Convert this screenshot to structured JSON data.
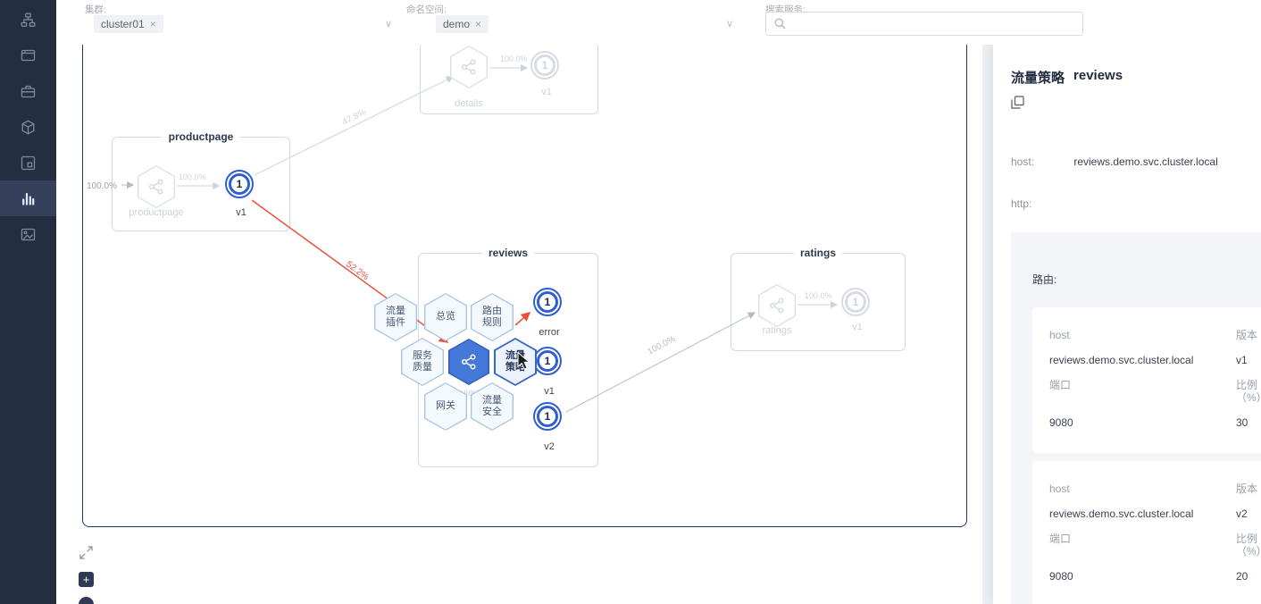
{
  "icons": {
    "close": "×",
    "chevron_down": "∨"
  },
  "sidebar": {
    "items": [
      {
        "name": "topology"
      },
      {
        "name": "console"
      },
      {
        "name": "workloads"
      },
      {
        "name": "mesh"
      },
      {
        "name": "apps"
      },
      {
        "name": "metrics",
        "active": true
      },
      {
        "name": "gallery"
      }
    ]
  },
  "topbar": {
    "cluster": {
      "label": "集群:",
      "tag": "cluster01"
    },
    "namespace": {
      "label": "命名空间:",
      "tag": "demo"
    },
    "search": {
      "label": "搜索服务:"
    }
  },
  "graph": {
    "groups": {
      "productpage": "productpage",
      "details": "details",
      "reviews": "reviews",
      "ratings": "ratings"
    },
    "nodes": {
      "productpage_svc": "productpage",
      "productpage_v1": {
        "value": "1",
        "label": "v1"
      },
      "details_svc": "details",
      "details_v1": {
        "value": "1",
        "label": "v1"
      },
      "reviews_svc": "reviews",
      "reviews_error": {
        "value": "1",
        "label": "error"
      },
      "reviews_v1": {
        "value": "1",
        "label": "v1"
      },
      "reviews_v2": {
        "value": "1",
        "label": "v2"
      },
      "ratings_svc": "ratings",
      "ratings_v1": {
        "value": "1",
        "label": "v1"
      }
    },
    "edges": {
      "inbound": "100.0%",
      "productpage_internal": "100.0%",
      "to_details": "47.8%",
      "to_reviews": "52.2%",
      "details_internal": "100.0%",
      "to_ratings": "100.0%",
      "ratings_internal": "100.0%"
    },
    "menu": [
      "流量插件",
      "总览",
      "路由规则",
      "服务质量",
      "流量策略",
      "网关",
      "流量安全"
    ]
  },
  "controls": {
    "zoom_in": "+"
  },
  "panel": {
    "title": "流量策略",
    "service": "reviews",
    "host_label": "host:",
    "host_value": "reviews.demo.svc.cluster.local",
    "http_label": "http:",
    "route_label": "路由:",
    "routes": [
      {
        "host_label": "host",
        "version_label": "版本",
        "host": "reviews.demo.svc.cluster.local",
        "version": "v1",
        "port_label": "端口",
        "ratio_label": "比例（%）",
        "port": "9080",
        "ratio": "30"
      },
      {
        "host_label": "host",
        "version_label": "版本",
        "host": "reviews.demo.svc.cluster.local",
        "version": "v2",
        "port_label": "端口",
        "ratio_label": "比例（%）",
        "port": "9080",
        "ratio": "20"
      }
    ]
  }
}
